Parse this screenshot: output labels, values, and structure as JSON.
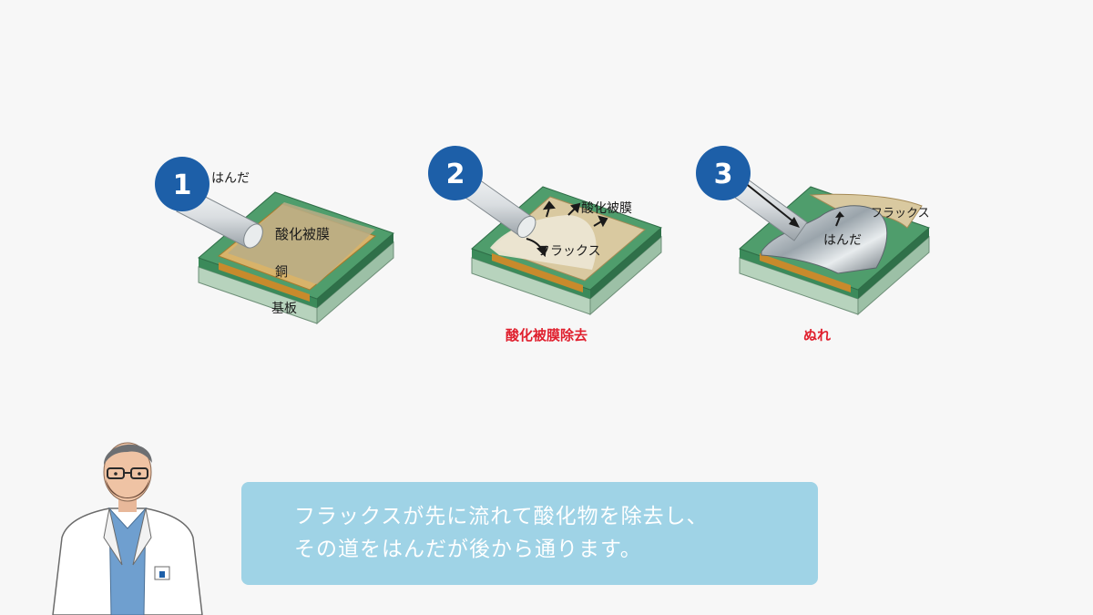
{
  "steps": [
    {
      "number": "1",
      "labels": {
        "solder": "はんだ",
        "oxide": "酸化被膜",
        "copper": "銅",
        "substrate": "基板"
      },
      "caption": ""
    },
    {
      "number": "2",
      "labels": {
        "oxide": "酸化被膜",
        "flux": "フラックス"
      },
      "caption": "酸化被膜除去"
    },
    {
      "number": "3",
      "labels": {
        "flux": "フラックス",
        "solder": "はんだ"
      },
      "caption": "ぬれ"
    }
  ],
  "speech": {
    "line1": "フラックスが先に流れて酸化物を除去し、",
    "line2": "その道をはんだが後から通ります。"
  },
  "colors": {
    "badge": "#1d5fa8",
    "pcb_green": "#3b8a5a",
    "substrate": "#b7d3bd",
    "copper": "#c88a2c",
    "caption": "#e0202e",
    "speech_bg": "#9fd3e6"
  }
}
